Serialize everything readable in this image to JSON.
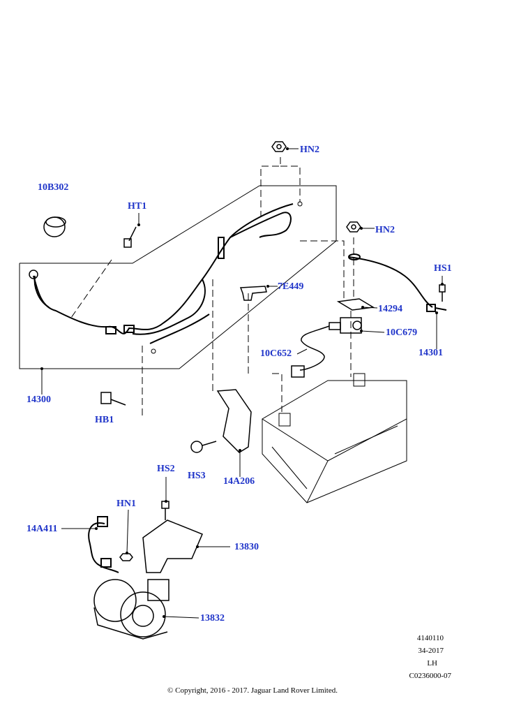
{
  "labels": {
    "l_10B302": "10B302",
    "l_HT1": "HT1",
    "l_HN2_top": "HN2",
    "l_HN2_right": "HN2",
    "l_HS1": "HS1",
    "l_7E449": "7E449",
    "l_14294": "14294",
    "l_10C679": "10C679",
    "l_10C652": "10C652",
    "l_14301": "14301",
    "l_14300": "14300",
    "l_HB1": "HB1",
    "l_HS3": "HS3",
    "l_14A206": "14A206",
    "l_HS2": "HS2",
    "l_HN1": "HN1",
    "l_14A411": "14A411",
    "l_13830": "13830",
    "l_13832": "13832"
  },
  "meta": {
    "code": "4140110",
    "date": "34-2017",
    "side": "LH",
    "ref": "C0236000-07"
  },
  "copyright": "© Copyright, 2016 - 2017. Jaguar Land Rover Limited.",
  "colors": {
    "label": "#1f34c9",
    "line": "#000000"
  }
}
